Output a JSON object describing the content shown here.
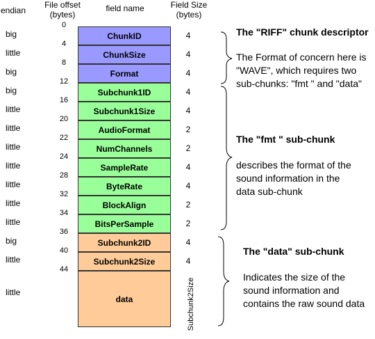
{
  "headers": {
    "endian": "endian",
    "offset": "File offset\n(bytes)",
    "field_name": "field name",
    "field_size": "Field Size\n(bytes)"
  },
  "fields": [
    {
      "name": "ChunkID",
      "offset": "0",
      "size": "4",
      "endian": "big",
      "group": "riff"
    },
    {
      "name": "ChunkSize",
      "offset": "4",
      "size": "4",
      "endian": "little",
      "group": "riff"
    },
    {
      "name": "Format",
      "offset": "8",
      "size": "4",
      "endian": "big",
      "group": "riff"
    },
    {
      "name": "Subchunk1ID",
      "offset": "12",
      "size": "4",
      "endian": "big",
      "group": "fmt"
    },
    {
      "name": "Subchunk1Size",
      "offset": "16",
      "size": "4",
      "endian": "little",
      "group": "fmt"
    },
    {
      "name": "AudioFormat",
      "offset": "20",
      "size": "2",
      "endian": "little",
      "group": "fmt"
    },
    {
      "name": "NumChannels",
      "offset": "22",
      "size": "2",
      "endian": "little",
      "group": "fmt"
    },
    {
      "name": "SampleRate",
      "offset": "24",
      "size": "4",
      "endian": "little",
      "group": "fmt"
    },
    {
      "name": "ByteRate",
      "offset": "28",
      "size": "4",
      "endian": "little",
      "group": "fmt"
    },
    {
      "name": "BlockAlign",
      "offset": "32",
      "size": "2",
      "endian": "little",
      "group": "fmt"
    },
    {
      "name": "BitsPerSample",
      "offset": "34",
      "size": "2",
      "endian": "little",
      "group": "fmt"
    },
    {
      "name": "Subchunk2ID",
      "offset": "36",
      "size": "4",
      "endian": "big",
      "group": "data"
    },
    {
      "name": "Subchunk2Size",
      "offset": "40",
      "size": "4",
      "endian": "little",
      "group": "data"
    },
    {
      "name": "data",
      "offset": "44",
      "size": "Subchunk2Size",
      "endian": "little",
      "group": "data"
    }
  ],
  "colors": {
    "riff": "#9999ff",
    "fmt": "#99ff99",
    "data": "#ffcc99"
  },
  "notes": {
    "riff_title": "The \"RIFF\" chunk descriptor",
    "riff_text": "The Format of concern here is \"WAVE\", which requires two sub-chunks: \"fmt \" and \"data\"",
    "fmt_title": "The \"fmt \" sub-chunk",
    "fmt_text": "describes the format of the sound information in the data sub-chunk",
    "data_title": "The \"data\" sub-chunk",
    "data_text": "Indicates the size of the sound information and contains the raw sound data"
  }
}
